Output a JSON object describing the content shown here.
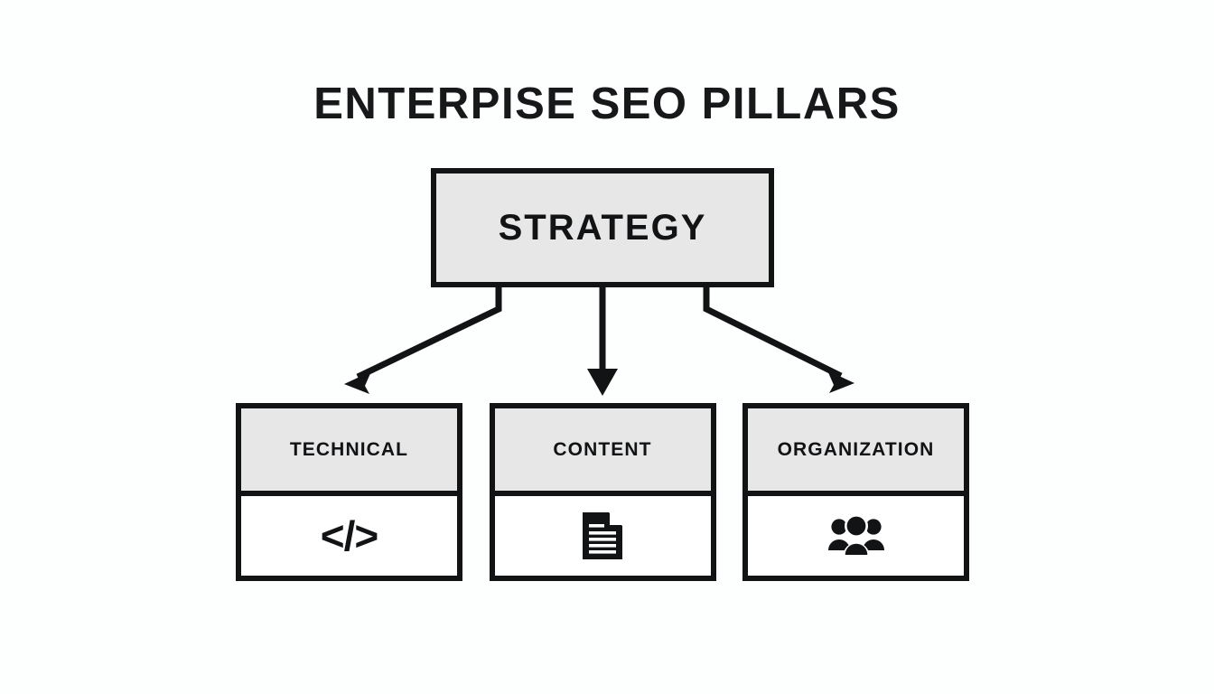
{
  "diagram": {
    "type": "hierarchy-tree",
    "title": "ENTERPISE SEO PILLARS",
    "background_color": "#fdfefe",
    "accent_fill_color": "#e7e7e7",
    "stroke_color": "#121315",
    "root": {
      "label": "STRATEGY"
    },
    "children": [
      {
        "label": "TECHNICAL",
        "icon": "code-icon",
        "icon_glyph": "</>"
      },
      {
        "label": "CONTENT",
        "icon": "document-icon",
        "icon_glyph": ""
      },
      {
        "label": "ORGANIZATION",
        "icon": "people-group-icon",
        "icon_glyph": ""
      }
    ],
    "connectors": [
      {
        "name": "arrow-strategy-to-technical",
        "from": "STRATEGY",
        "to": "TECHNICAL",
        "style": "elbow-diagonal-arrow"
      },
      {
        "name": "arrow-strategy-to-content",
        "from": "STRATEGY",
        "to": "CONTENT",
        "style": "straight-vertical-arrow"
      },
      {
        "name": "arrow-strategy-to-organization",
        "from": "STRATEGY",
        "to": "ORGANIZATION",
        "style": "elbow-diagonal-arrow"
      }
    ]
  }
}
